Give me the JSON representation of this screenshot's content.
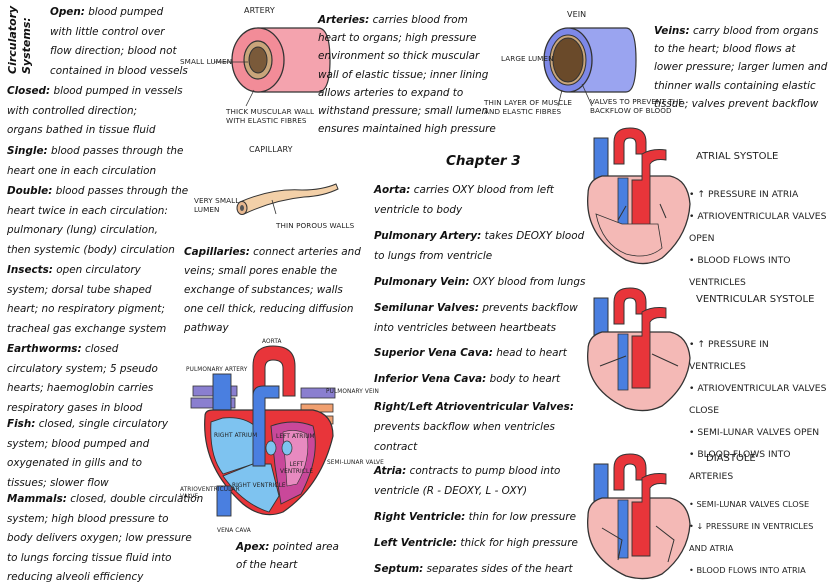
{
  "title_vertical": [
    "Circulatory",
    "Systems:"
  ],
  "left": [
    {
      "term": "Open:",
      "lines": [
        "blood pumped",
        "with little control over",
        "flow direction; blood not",
        "contained in blood vessels"
      ]
    },
    {
      "term": "Closed:",
      "lines": [
        "blood pumped in vessels",
        "with controlled direction;",
        "organs bathed in tissue fluid"
      ]
    },
    {
      "term": "Single:",
      "lines": [
        "blood passes through the",
        "heart one in each circulation"
      ]
    },
    {
      "term": "Double:",
      "lines": [
        "blood passes through the",
        "heart twice in each circulation:",
        "pulmonary (lung) circulation,",
        "then systemic (body) circulation"
      ]
    },
    {
      "term": "Insects:",
      "lines": [
        "open circulatory",
        "system; dorsal tube shaped",
        "heart; no respiratory pigment;",
        "tracheal gas exchange system"
      ]
    },
    {
      "term": "Earthworms:",
      "lines": [
        "closed",
        "circulatory system; 5 pseudo",
        "hearts; haemoglobin carries",
        "respiratory gases in blood"
      ]
    },
    {
      "term": "Fish:",
      "lines": [
        "closed, single circulatory",
        "system; blood pumped and",
        "oxygenated in gills and to",
        "tissues; slower flow"
      ]
    },
    {
      "term": "Mammals:",
      "lines": [
        "closed, double circulation",
        "system; high blood pressure to",
        "body delivers oxygen; low pressure",
        "to lungs forcing tissue fluid into",
        "reducing alveoli efficiency"
      ]
    }
  ],
  "artery": {
    "title": "ARTERY",
    "lumen": "SMALL LUMEN",
    "wall": [
      "THICK MUSCULAR WALL",
      "WITH ELASTIC FIBRES"
    ]
  },
  "capillary": {
    "title": "CAPILLARY",
    "lumen": [
      "VERY SMALL",
      "LUMEN"
    ],
    "wall": "THIN POROUS WALLS"
  },
  "vein": {
    "title": "VEIN",
    "lumen": "LARGE LUMEN",
    "layer": [
      "THIN LAYER OF MUSCLE",
      "AND ELASTIC FIBRES"
    ],
    "valves": [
      "VALVES TO PREVENT THE",
      "BACKFLOW OF BLOOD"
    ]
  },
  "arteries_text": {
    "term": "Arteries:",
    "lines": [
      "carries blood from",
      "heart to organs; high pressure",
      "environment so thick muscular",
      "wall of elastic tissue; inner lining",
      "allows arteries to expand to",
      "withstand pressure; small lumen",
      "ensures maintained high pressure"
    ]
  },
  "veins_text": {
    "term": "Veins:",
    "lines": [
      "carry blood from organs",
      "to the heart; blood flows at",
      "lower pressure; larger lumen and",
      "thinner walls containing elastic",
      "tissue; valves prevent backflow"
    ]
  },
  "capillaries_text": {
    "term": "Capillaries:",
    "lines": [
      "connect arteries and",
      "veins; small pores enable the",
      "exchange of substances; walls",
      "one cell thick, reducing diffusion",
      "pathway"
    ]
  },
  "heart_labels": {
    "aorta": "AORTA",
    "pulmonary_artery": "PULMONARY ARTERY",
    "pulmonary_vein": "PULMONARY VEIN",
    "right_atrium": "RIGHT ATRIUM",
    "left_atrium": "LEFT ATRIUM",
    "semi_lunar": "SEMI-LUNAR VALVE",
    "left_ventricle": [
      "LEFT",
      "VENTRICLE"
    ],
    "right_ventricle": "RIGHT VENTRICLE",
    "av_valve": [
      "ATRIOVENTRICULAR",
      "VALVE"
    ],
    "vena_cava": "VENA CAVA"
  },
  "apex_text": {
    "term": "Apex:",
    "lines": [
      "pointed area",
      "of the heart"
    ]
  },
  "chapter": "Chapter 3",
  "middle": [
    {
      "term": "Aorta:",
      "lines": [
        "carries OXY blood from left",
        "ventricle to body"
      ]
    },
    {
      "term": "Pulmonary Artery:",
      "lines": [
        "takes DEOXY blood",
        "to lungs from ventricle"
      ]
    },
    {
      "term": "Pulmonary Vein:",
      "lines": [
        "OXY blood from lungs"
      ]
    },
    {
      "term": "Semilunar Valves:",
      "lines": [
        "prevents backflow",
        "into ventricles between heartbeats"
      ]
    },
    {
      "term": "Superior Vena Cava:",
      "lines": [
        "head to heart"
      ]
    },
    {
      "term": "Inferior Vena Cava:",
      "lines": [
        "body to heart"
      ]
    },
    {
      "term": "Right/Left Atrioventricular Valves:",
      "lines": [
        "prevents backflow when ventricles",
        "contract"
      ]
    },
    {
      "term": "Atria:",
      "lines": [
        "contracts to pump blood into",
        "ventricle (R - DEOXY, L - OXY)"
      ]
    },
    {
      "term": "Right Ventricle:",
      "lines": [
        "thin for low pressure"
      ]
    },
    {
      "term": "Left Ventricle:",
      "lines": [
        "thick for high pressure"
      ]
    },
    {
      "term": "Septum:",
      "lines": [
        "separates sides of the heart"
      ]
    }
  ],
  "cycle": [
    {
      "title": "ATRIAL SYSTOLE",
      "items": [
        "↑ PRESSURE IN ATRIA",
        "ATRIOVENTRICULAR VALVES OPEN",
        "BLOOD FLOWS INTO VENTRICLES"
      ]
    },
    {
      "title": "VENTRICULAR SYSTOLE",
      "items": [
        "↑ PRESSURE IN VENTRICLES",
        "ATRIOVENTRICULAR VALVES CLOSE",
        "SEMI-LUNAR VALVES OPEN",
        "BLOOD FLOWS INTO ARTERIES"
      ]
    },
    {
      "title": "DIASTOLE",
      "items": [
        "SEMI-LUNAR VALVES CLOSE",
        "↓ PRESSURE IN VENTRICLES AND ATRIA",
        "BLOOD FLOWS INTO ATRIA"
      ]
    }
  ],
  "colors": {
    "artery_wall": "#f4a3ae",
    "vein_wall": "#9aa4f0",
    "heart_red": "#e8353a",
    "heart_pink": "#f4b9b6",
    "heart_blue": "#4a7fe0",
    "vessel_purple": "#8a7fd0",
    "vessel_orange": "#f0a070",
    "atrium_blue": "#7ec3f0"
  }
}
